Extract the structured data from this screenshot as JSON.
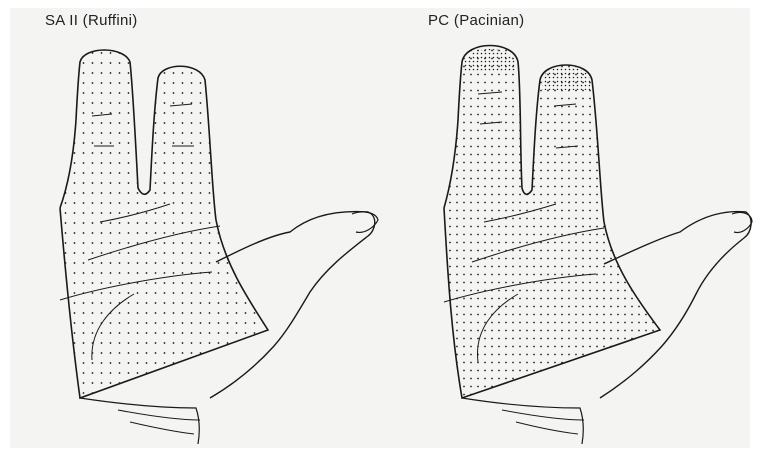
{
  "panels": [
    {
      "title": "SA II (Ruffini)",
      "dot_pattern": "sparse-uniform"
    },
    {
      "title": "PC (Pacinian)",
      "dot_pattern": "dense-uniform-fingertip-clusters"
    }
  ],
  "colors": {
    "ink": "#1a1a1a",
    "paper": "#f4f4f2"
  }
}
